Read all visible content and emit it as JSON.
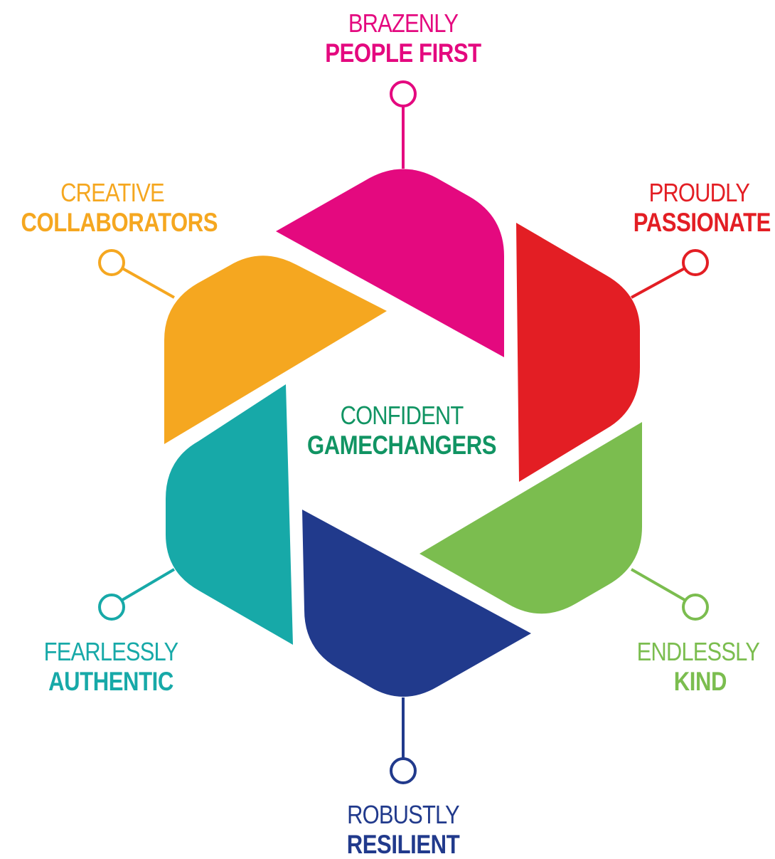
{
  "diagram": {
    "center": {
      "line1": "CONFIDENT",
      "line2": "GAMECHANGERS",
      "color": "#119463"
    },
    "values": [
      {
        "id": "top",
        "line1": "BRAZENLY",
        "line2": "PEOPLE FIRST",
        "color": "#e4097f"
      },
      {
        "id": "upper-right",
        "line1": "PROUDLY",
        "line2": "PASSIONATE",
        "color": "#e31e24"
      },
      {
        "id": "lower-right",
        "line1": "ENDLESSLY",
        "line2": "KIND",
        "color": "#7bbd4f"
      },
      {
        "id": "bottom",
        "line1": "ROBUSTLY",
        "line2": "RESILIENT",
        "color": "#213a8c"
      },
      {
        "id": "lower-left",
        "line1": "FEARLESSLY",
        "line2": "AUTHENTIC",
        "color": "#17a9a8"
      },
      {
        "id": "upper-left",
        "line1": "CREATIVE",
        "line2": "COLLABORATORS",
        "color": "#f5a720"
      }
    ]
  }
}
